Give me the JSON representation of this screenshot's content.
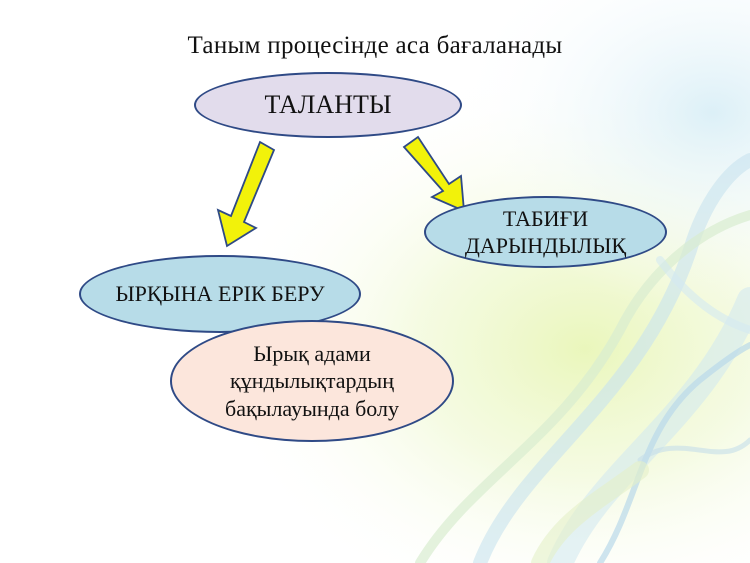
{
  "slide": {
    "title": "Таным  процесінде аса бағаланады"
  },
  "diagram": {
    "root": "ТАЛАНТЫ",
    "right_node": "ТАБИҒИ ДАРЫНДЫЛЫҚ",
    "left_node": "ЫРҚЫНА ЕРІК БЕРУ",
    "bottom_node": "Ырық адами құндылықтардың бақылауында болу"
  },
  "colors": {
    "root_fill": "#e2dcec",
    "blue_fill": "#b7dce8",
    "peach_fill": "#fce6dc",
    "outline": "#2f4a86",
    "arrow_fill": "#f2f20a"
  }
}
